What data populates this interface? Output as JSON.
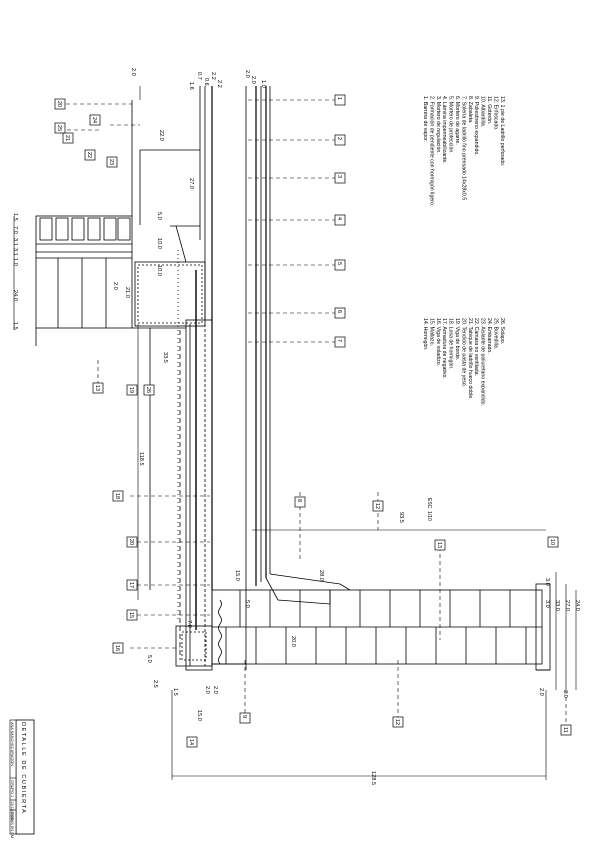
{
  "legend_a": [
    "1. Barrera de vapor.",
    "2. Formación de pendiente con hormigón ligero.",
    "3. Mortero de regulación.",
    "4. Lámina impermeabilizante.",
    "5. Mortero de protección.",
    "6. Mortero de agarre.",
    "7. Solería de ladrillo fino prensado 14x28x0,5",
    "8. Zabaleta.",
    "9. Poliestireno expandido.",
    "10. Albardilla.",
    "11. Goterón.",
    "12. Enfoscado.",
    "13. 1 pie de Ladrillo perforado."
  ],
  "legend_b": [
    "14. Hormigón.",
    "15. Mallazo.",
    "16. Viga de voladizo.",
    "17. Armadura de negativo.",
    "18. Losa de hormigón.",
    "19. Viga de borde.",
    "20. Tendido de pasta de yeso.",
    "21. Tabique de ladrillo hueco doble.",
    "22. Cámara no ventilada.",
    "23. Aislante de poliuretano expandido.",
    "24. Embarrado.",
    "25. Bovedilla.",
    "26. Solapo."
  ],
  "scale": "ESC. 1/10",
  "title_block": {
    "title": "DETALLE DE CUBIERTA",
    "author": "ANA SÁNCHEZ ARAGÓN",
    "group": "GRUPO 1",
    "date": "12/12/2008",
    "units": "COTAS EN CM"
  },
  "callouts": [
    "1",
    "2",
    "3",
    "4",
    "5",
    "6",
    "7",
    "8",
    "9",
    "10",
    "11",
    "12",
    "12",
    "13",
    "13",
    "14",
    "15",
    "16",
    "17",
    "18",
    "19",
    "20",
    "20",
    "21",
    "22",
    "23",
    "24",
    "25",
    "26"
  ],
  "dimensions": [
    "2.0",
    "2.0",
    "1.6",
    "0.7",
    "0.6",
    "2.2",
    "2.2",
    "2.0",
    "1.0",
    "22.0",
    "27.0",
    "5.0",
    "10.0",
    "10.0",
    "21.0",
    "2.0",
    "1.5",
    "7.0",
    "3.1",
    "3.1",
    "1.0",
    "24.0",
    "1.5",
    "33.5",
    "118.5",
    "93.5",
    "28.0",
    "15.0",
    "5.0",
    "3.0",
    "7.0",
    "5.0",
    "2.5",
    "1.5",
    "2.0",
    "2.0",
    "15.0",
    "20.0",
    "3.0",
    "33.0",
    "27.0",
    "24.0",
    "2.0",
    "2.0",
    "128.5"
  ]
}
